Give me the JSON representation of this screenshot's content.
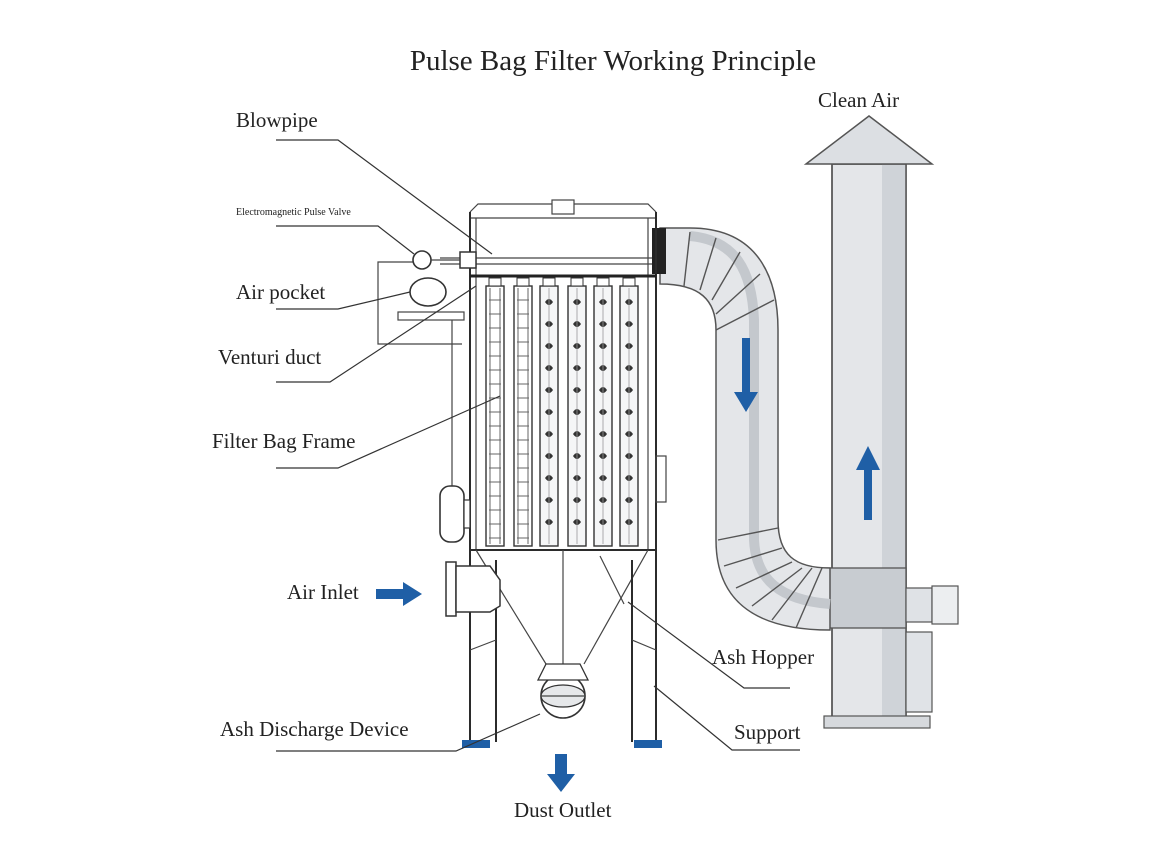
{
  "title": "Pulse Bag Filter Working Principle",
  "labels": {
    "blowpipe": "Blowpipe",
    "pulse_valve": "Electromagnetic Pulse Valve",
    "air_pocket": "Air pocket",
    "venturi_duct": "Venturi duct",
    "filter_bag_frame": "Filter Bag Frame",
    "air_inlet": "Air Inlet",
    "ash_discharge_device": "Ash Discharge Device",
    "clean_air": "Clean Air",
    "ash_hopper": "Ash Hopper",
    "support": "Support",
    "dust_outlet": "Dust Outlet"
  },
  "colors": {
    "arrow": "#1f5fa6",
    "duct_fill": "#e4e6e9",
    "duct_shade": "#cfd3d8",
    "foot": "#1f5fa6",
    "line": "#333333"
  },
  "icons": {
    "flow_arrows": "arrow-icon",
    "valve": "valve-icon",
    "air_pocket": "tank-icon",
    "discharge": "rotary-valve-icon"
  }
}
